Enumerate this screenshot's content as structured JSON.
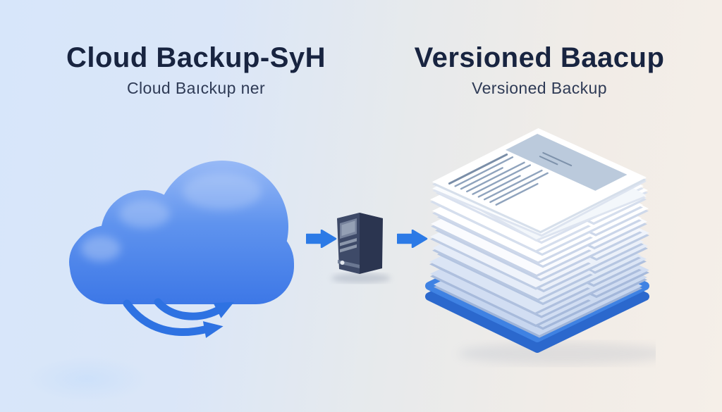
{
  "headings": {
    "left": {
      "title": "Cloud Backup-SyH",
      "subtitle": "Cloud Baıckup ner"
    },
    "right": {
      "title": "Versioned Baacup",
      "subtitle": "Versioned Backup"
    }
  },
  "colors": {
    "background_left": "#d7e6fa",
    "background_mid": "#e7eaec",
    "background_right": "#f5efe8",
    "title_text": "#182440",
    "subtitle_text": "#2e3a55",
    "flow_arrow_blue": "#2c7ae6",
    "sync_arrow_blue": "#2e72e2"
  },
  "illustration": {
    "cloud": {
      "gradient_top": "#9dbdf7",
      "gradient_mid": "#5f93ee",
      "gradient_bottom": "#3b76e6"
    },
    "server": {
      "front": "#3e4a68",
      "side": "#2b3550",
      "top": "#5e6b86",
      "screen_frame": "#76829b",
      "screen": "#94a0b4",
      "slat": "#8c97ab",
      "button": "#e3e8ef",
      "bay": "#707d97"
    },
    "document_stack": {
      "sheet_rows": 17,
      "paper": "#ffffff",
      "paper_tint": "#c7d6ef",
      "edge_dark": "#9fb4d8",
      "edge_light": "#dde4f0",
      "top_sheet_band": "#b7c7da",
      "band_mark": "#7e92ab",
      "text_line": "#8fa3bd",
      "text_line_dark": "#7a8ea8",
      "base_top": "#3f82e3",
      "base_side": "#2b68cd"
    }
  }
}
